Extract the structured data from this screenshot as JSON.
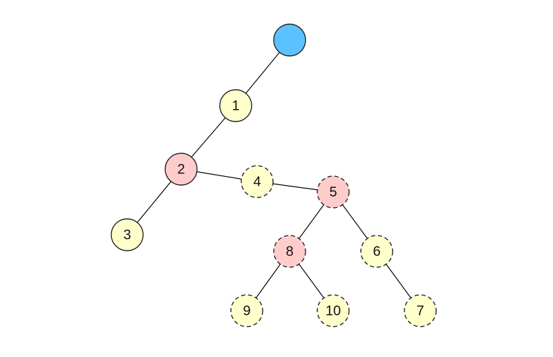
{
  "colors": {
    "root": "#5bc2ff",
    "yellow": "#ffffcc",
    "pink": "#ffcccc",
    "edge": "#000000",
    "stroke": "#222222",
    "text": "#111111"
  },
  "nodes": [
    {
      "id": "root",
      "label": "",
      "fill": "root",
      "border": "solid"
    },
    {
      "id": "n1",
      "label": "1",
      "fill": "yellow",
      "border": "solid"
    },
    {
      "id": "n2",
      "label": "2",
      "fill": "pink",
      "border": "solid"
    },
    {
      "id": "n3",
      "label": "3",
      "fill": "yellow",
      "border": "solid"
    },
    {
      "id": "n4",
      "label": "4",
      "fill": "yellow",
      "border": "dashed"
    },
    {
      "id": "n5",
      "label": "5",
      "fill": "pink",
      "border": "dashed"
    },
    {
      "id": "n6",
      "label": "6",
      "fill": "yellow",
      "border": "dashed"
    },
    {
      "id": "n7",
      "label": "7",
      "fill": "yellow",
      "border": "dashed"
    },
    {
      "id": "n8",
      "label": "8",
      "fill": "pink",
      "border": "dashed"
    },
    {
      "id": "n9",
      "label": "9",
      "fill": "yellow",
      "border": "dashed"
    },
    {
      "id": "n10",
      "label": "10",
      "fill": "yellow",
      "border": "dashed"
    }
  ],
  "edges": [
    [
      "root",
      "n1"
    ],
    [
      "n1",
      "n2"
    ],
    [
      "n2",
      "n3"
    ],
    [
      "n2",
      "n4"
    ],
    [
      "n4",
      "n5"
    ],
    [
      "n5",
      "n8"
    ],
    [
      "n5",
      "n6"
    ],
    [
      "n6",
      "n7"
    ],
    [
      "n8",
      "n9"
    ],
    [
      "n8",
      "n10"
    ]
  ]
}
